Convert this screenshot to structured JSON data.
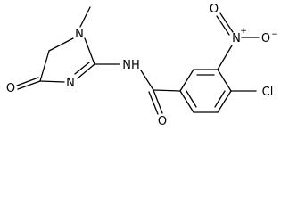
{
  "structure": {
    "atoms": {
      "n_methyl": "N",
      "n_ring_imine": "N",
      "n_amide": "NH",
      "o_ring_carbonyl": "O",
      "o_amide_carbonyl": "O",
      "n_nitro": "N",
      "n_nitro_charge": "+",
      "o_nitro_double": "O",
      "o_nitro_single": "O",
      "o_nitro_charge": "−",
      "cl": "Cl"
    }
  },
  "colors": {
    "bond": "#000000",
    "background": "#ffffff"
  }
}
